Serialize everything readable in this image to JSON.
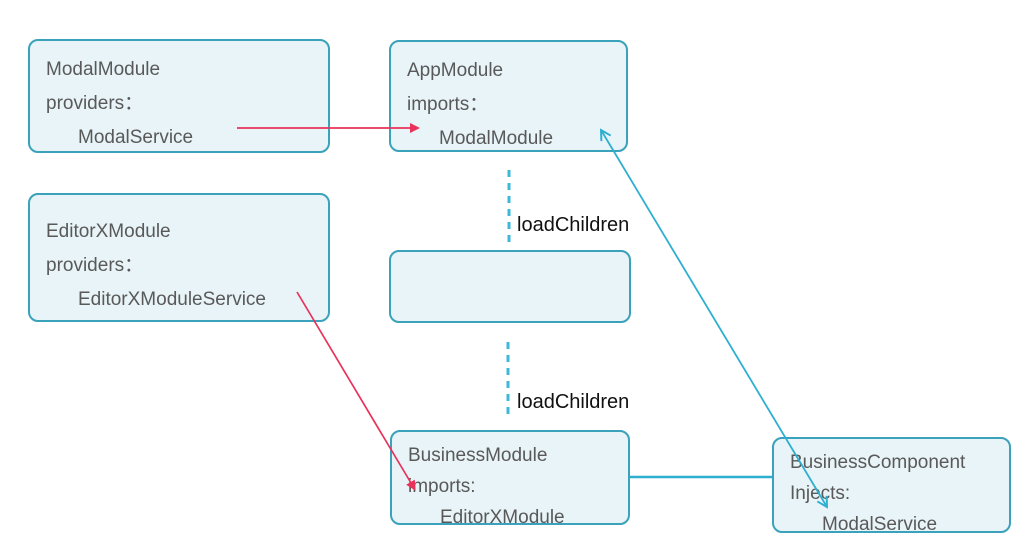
{
  "colors": {
    "background": "#ffffff",
    "box_fill": "#e8f4f8",
    "box_border": "#3aa2ba",
    "box_text": "#595959",
    "arrow_red": "#e8325a",
    "arrow_teal": "#2fafd0",
    "dash_teal": "#3cb8d8",
    "label_text": "#111111"
  },
  "diagram": {
    "boxes": {
      "modal_module": {
        "line1": "ModalModule",
        "line2": "providers：",
        "line3": "ModalService"
      },
      "app_module": {
        "line1": "AppModule",
        "line2": "imports：",
        "line3": "ModalModule"
      },
      "editorx_module": {
        "line1": "EditorXModule",
        "line2": "providers：",
        "line3": "EditorXModuleService"
      },
      "business_module": {
        "line1": "BusinessModule",
        "line2": "imports:",
        "line3": "EditorXModule"
      },
      "business_component": {
        "line1": "BusinessComponent",
        "line2": "Injects:",
        "line3": "ModalService"
      }
    },
    "edge_labels": {
      "load_children_top": "loadChildren",
      "load_children_bottom": "loadChildren"
    }
  }
}
